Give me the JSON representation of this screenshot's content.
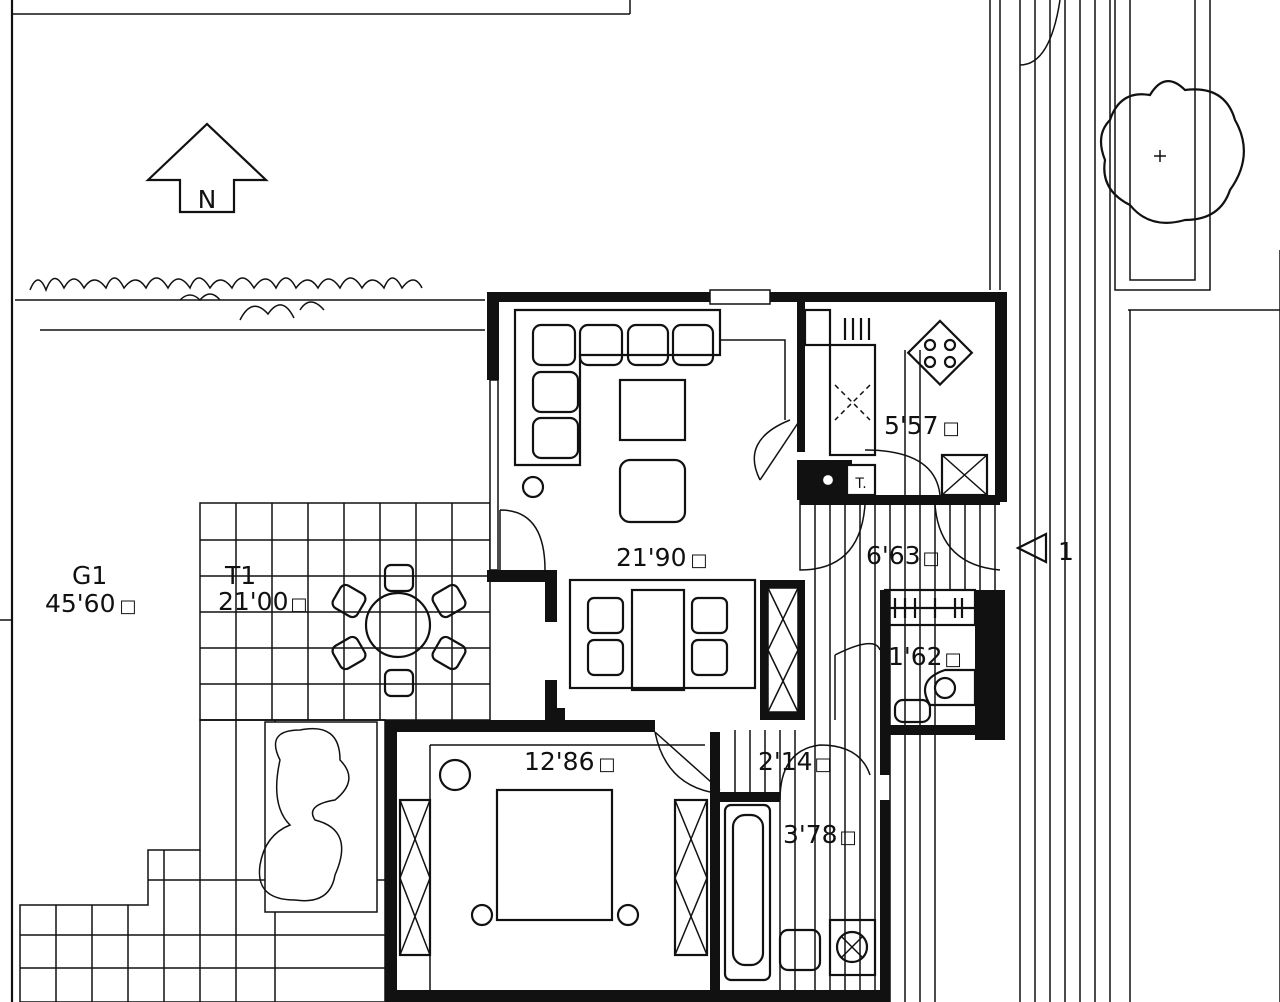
{
  "plan": {
    "north_label": "N",
    "entrance_label": "1",
    "garden": {
      "name": "G1",
      "area": "45'60"
    },
    "terrace": {
      "name": "T1",
      "area": "21'00"
    },
    "rooms": {
      "living": "21'90",
      "kitchen": "5'57",
      "hall": "6'63",
      "wc": "1'62",
      "bedroom": "12'86",
      "corridor": "2'14",
      "bathroom": "3'78"
    },
    "dryer_label": "T.",
    "area_unit_symbol": "□"
  },
  "colors": {
    "ink": "#111111",
    "paper": "#ffffff"
  }
}
